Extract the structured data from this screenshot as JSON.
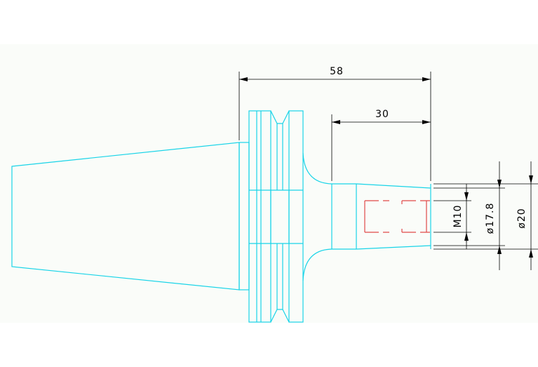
{
  "drawing": {
    "background_color": "#fafcf9",
    "outline_color": "#19d4e8",
    "thread_color": "#e04848",
    "dimension_color": "#000000",
    "dimensions": {
      "overall_length": "58",
      "bore_depth": "30",
      "thread": "M10",
      "inner_diameter": "ø17.8",
      "outer_diameter": "ø20"
    }
  }
}
